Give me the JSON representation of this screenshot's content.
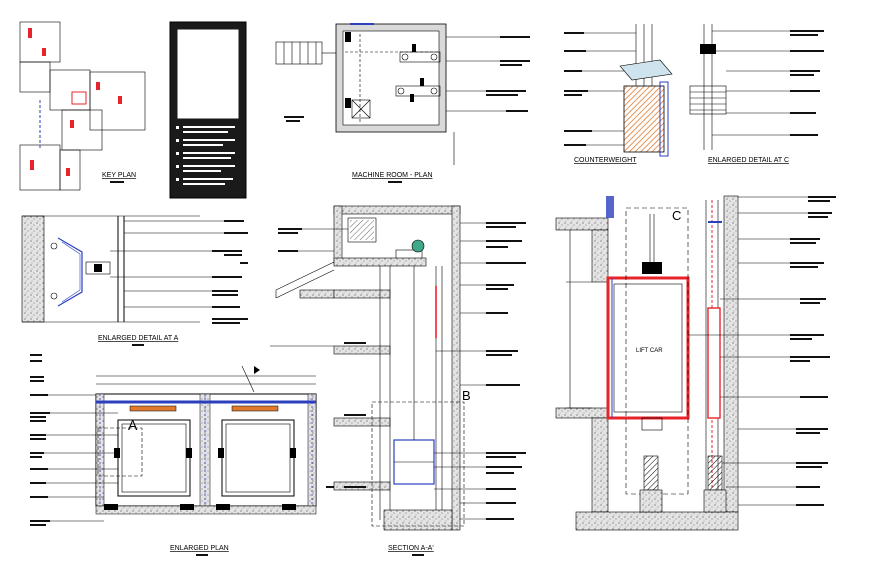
{
  "colors": {
    "line": "#000000",
    "accent_red": "#e8232a",
    "accent_blue": "#2b3fbf",
    "hatch_orange": "#e07a2e",
    "concrete": "#d9d9d9",
    "panel_dark": "#1a1a1a"
  },
  "titles": {
    "key_plan": "KEY PLAN",
    "machine_room": "MACHINE ROOM - PLAN",
    "counterweight": "COUNTERWEIGHT",
    "detail_c": "ENLARGED DETAIL AT C",
    "detail_a": "ENLARGED DETAIL AT A",
    "enlarged_plan": "ENLARGED PLAN",
    "section": "SECTION A-A'"
  },
  "markers": {
    "a": "A",
    "b": "B",
    "c": "C",
    "lift_car": "LIFT CAR"
  }
}
